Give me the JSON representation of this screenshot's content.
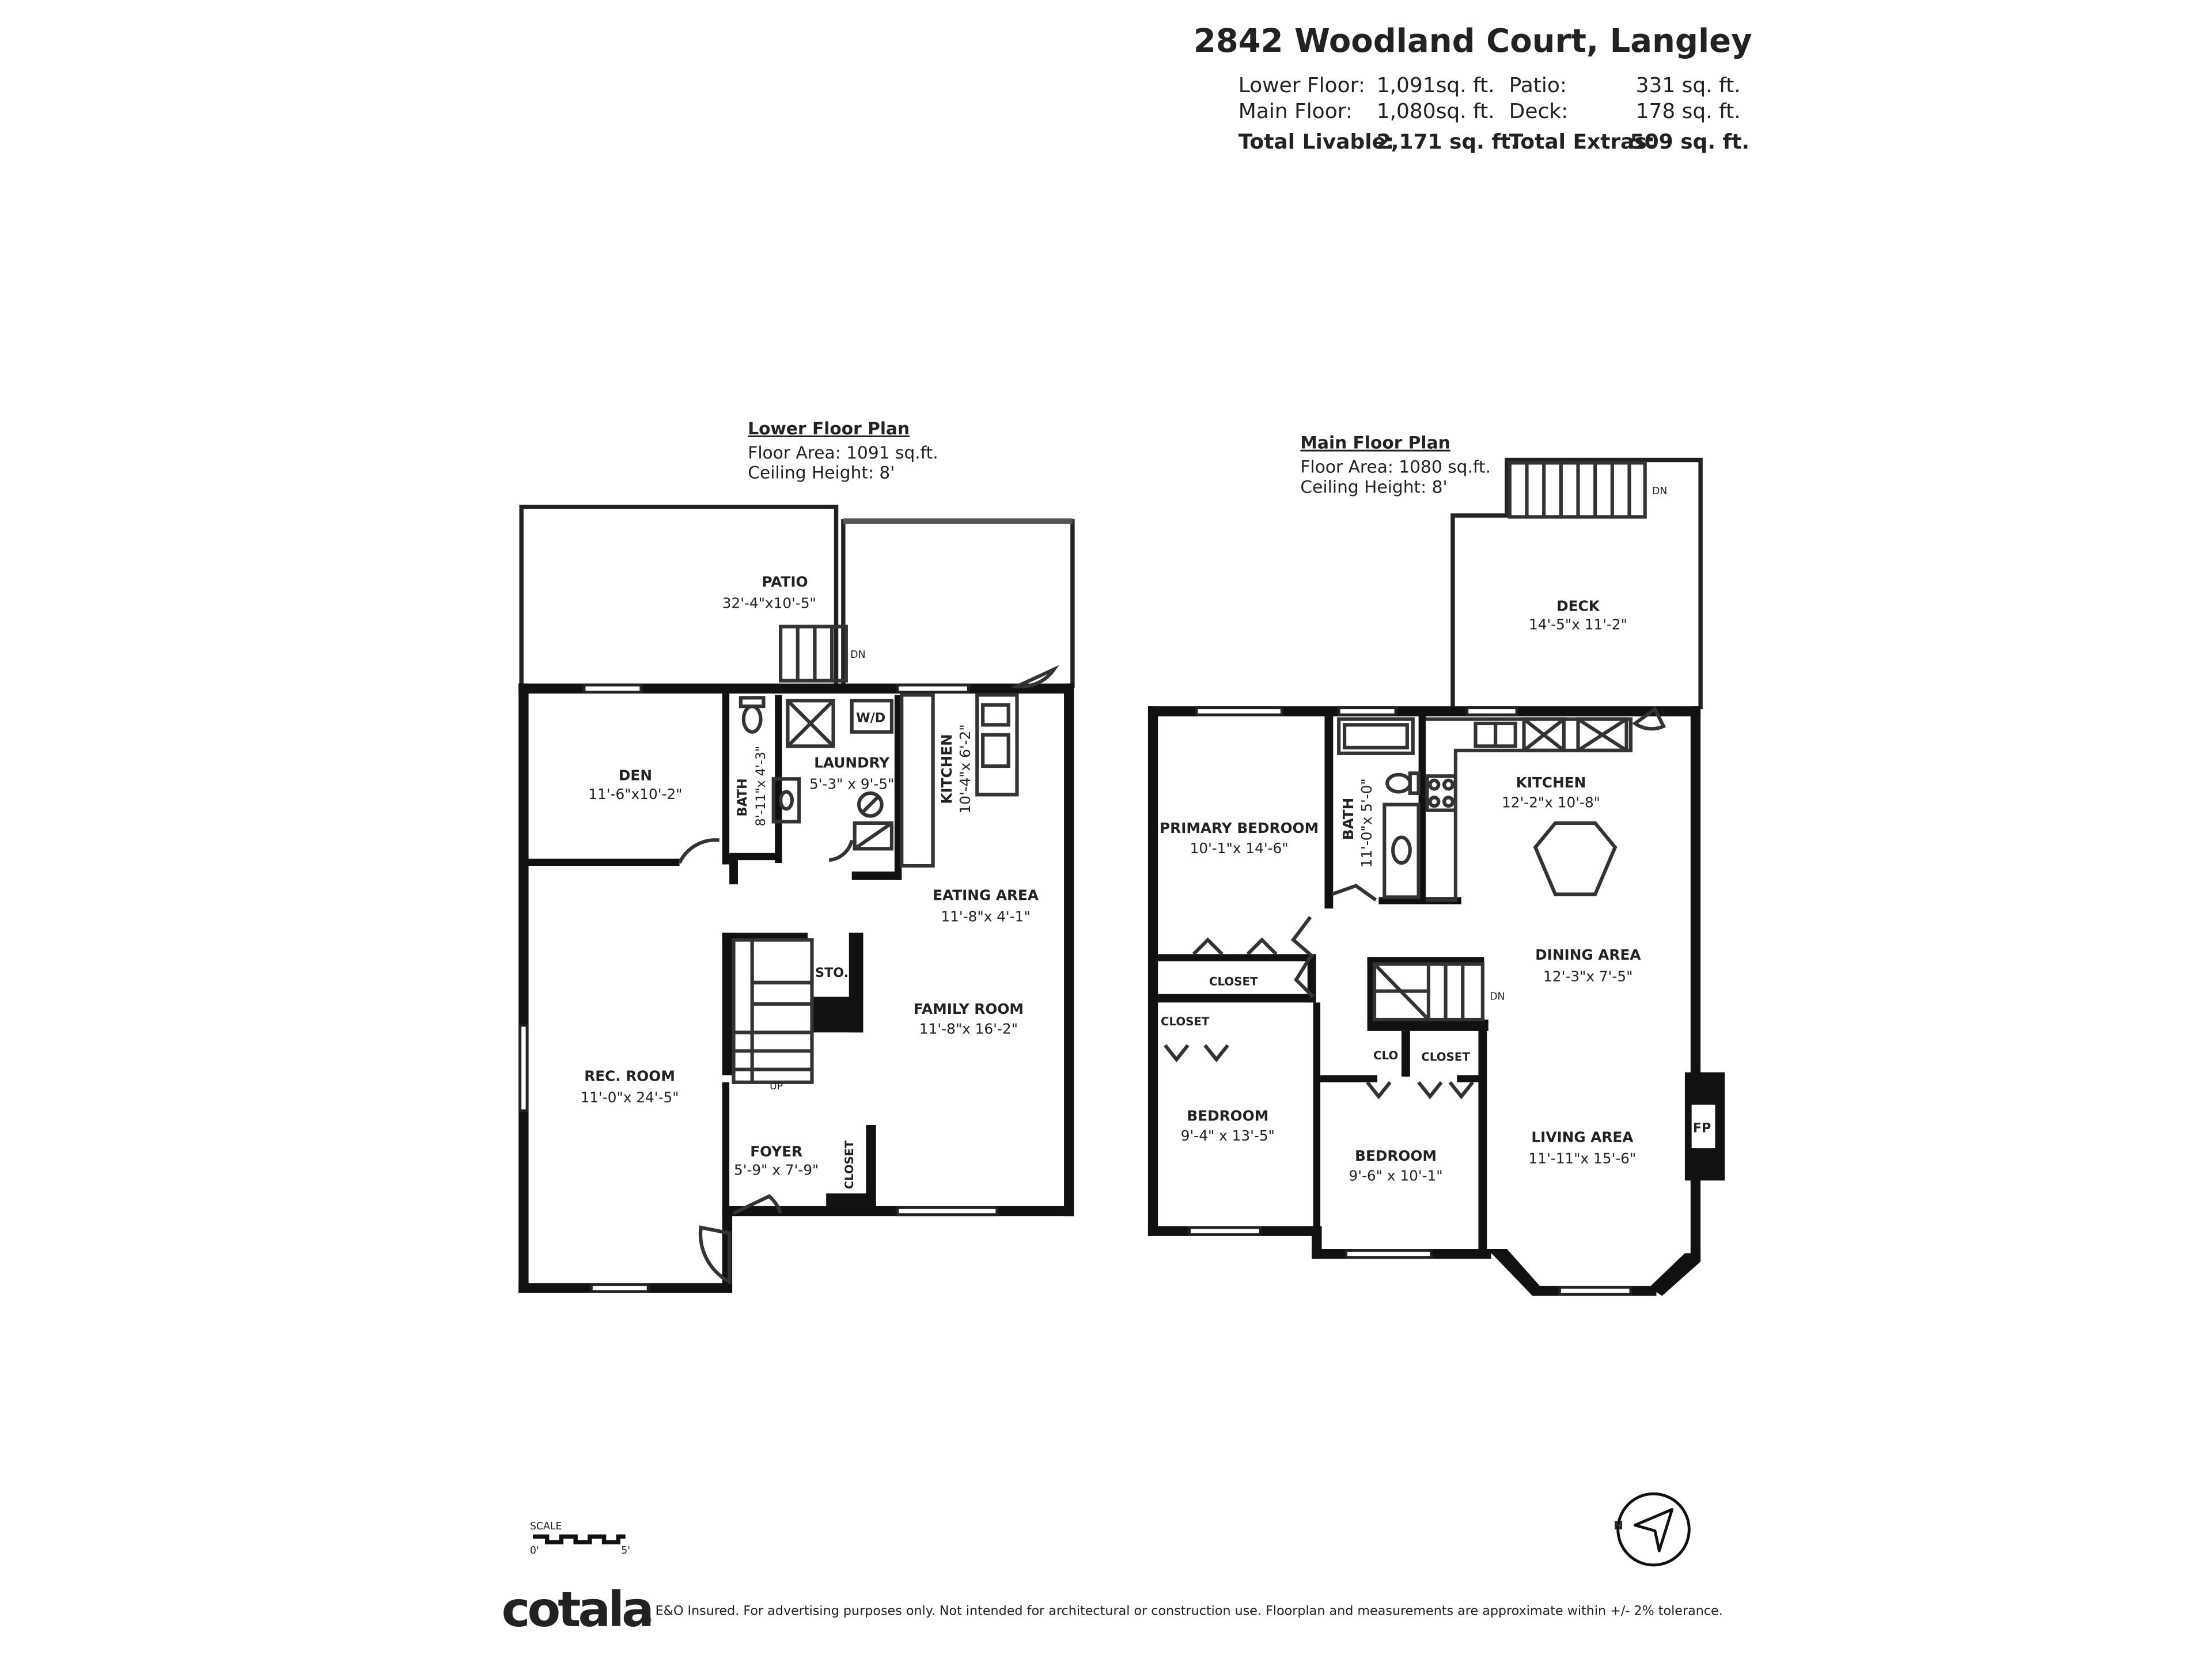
{
  "header": {
    "title": "2842 Woodland Court, Langley",
    "stats": {
      "lower_label": "Lower Floor:",
      "lower_value": "1,091sq. ft.",
      "main_label": "Main Floor:",
      "main_value": "1,080sq. ft.",
      "patio_label": "Patio:",
      "patio_value": "331 sq. ft.",
      "deck_label": "Deck:",
      "deck_value": "178 sq. ft.",
      "livable_label": "Total Livable:",
      "livable_value": "2,171 sq. ft.",
      "extras_label": "Total Extras:",
      "extras_value": "509 sq. ft."
    }
  },
  "lower_plan": {
    "title": "Lower Floor Plan",
    "area": "Floor Area: 1091 sq.ft.",
    "ceiling": "Ceiling Height: 8'",
    "rooms": {
      "patio": {
        "name": "PATIO",
        "dim": "32'-4\"x10'-5\""
      },
      "den": {
        "name": "DEN",
        "dim": "11'-6\"x10'-2\""
      },
      "bath": {
        "name": "BATH",
        "dim": "8'-11\"x 4'-3\""
      },
      "laundry": {
        "name": "LAUNDRY",
        "dim": "5'-3\" x 9'-5\""
      },
      "kitchen": {
        "name": "KITCHEN",
        "dim": "10'-4\"x 6'-2\""
      },
      "eating": {
        "name": "EATING AREA",
        "dim": "11'-8\"x 4'-1\""
      },
      "family": {
        "name": "FAMILY ROOM",
        "dim": "11'-8\"x 16'-2\""
      },
      "rec": {
        "name": "REC. ROOM",
        "dim": "11'-0\"x 24'-5\""
      },
      "foyer": {
        "name": "FOYER",
        "dim": "5'-9\" x 7'-9\""
      }
    },
    "labels": {
      "sto": "STO.",
      "closet": "CLOSET",
      "up": "UP",
      "dn": "DN",
      "wd": "W/D"
    }
  },
  "main_plan": {
    "title": "Main Floor Plan",
    "area": "Floor Area: 1080 sq.ft.",
    "ceiling": "Ceiling Height: 8'",
    "rooms": {
      "deck": {
        "name": "DECK",
        "dim": "14'-5\"x 11'-2\""
      },
      "primary": {
        "name": "PRIMARY BEDROOM",
        "dim": "10'-1\"x 14'-6\""
      },
      "bath": {
        "name": "BATH",
        "dim": "11'-0\"x 5'-0\""
      },
      "kitchen": {
        "name": "KITCHEN",
        "dim": "12'-2\"x 10'-8\""
      },
      "dining": {
        "name": "DINING AREA",
        "dim": "12'-3\"x 7'-5\""
      },
      "bedroom2": {
        "name": "BEDROOM",
        "dim": "9'-4\" x 13'-5\""
      },
      "bedroom3": {
        "name": "BEDROOM",
        "dim": "9'-6\" x 10'-1\""
      },
      "living": {
        "name": "LIVING AREA",
        "dim": "11'-11\"x 15'-6\""
      }
    },
    "labels": {
      "closet": "CLOSET",
      "clo": "CLO",
      "fp": "FP",
      "dn": "DN"
    }
  },
  "scale": {
    "label": "SCALE",
    "start": "0'",
    "end": "5'"
  },
  "compass": {
    "letter": "N"
  },
  "footer": {
    "logo": "cotala",
    "logo_mark": "®",
    "disclaimer": "E&O Insured. For advertising purposes only. Not intended for architectural or construction use. Floorplan and measurements are approximate within +/- 2% tolerance."
  }
}
